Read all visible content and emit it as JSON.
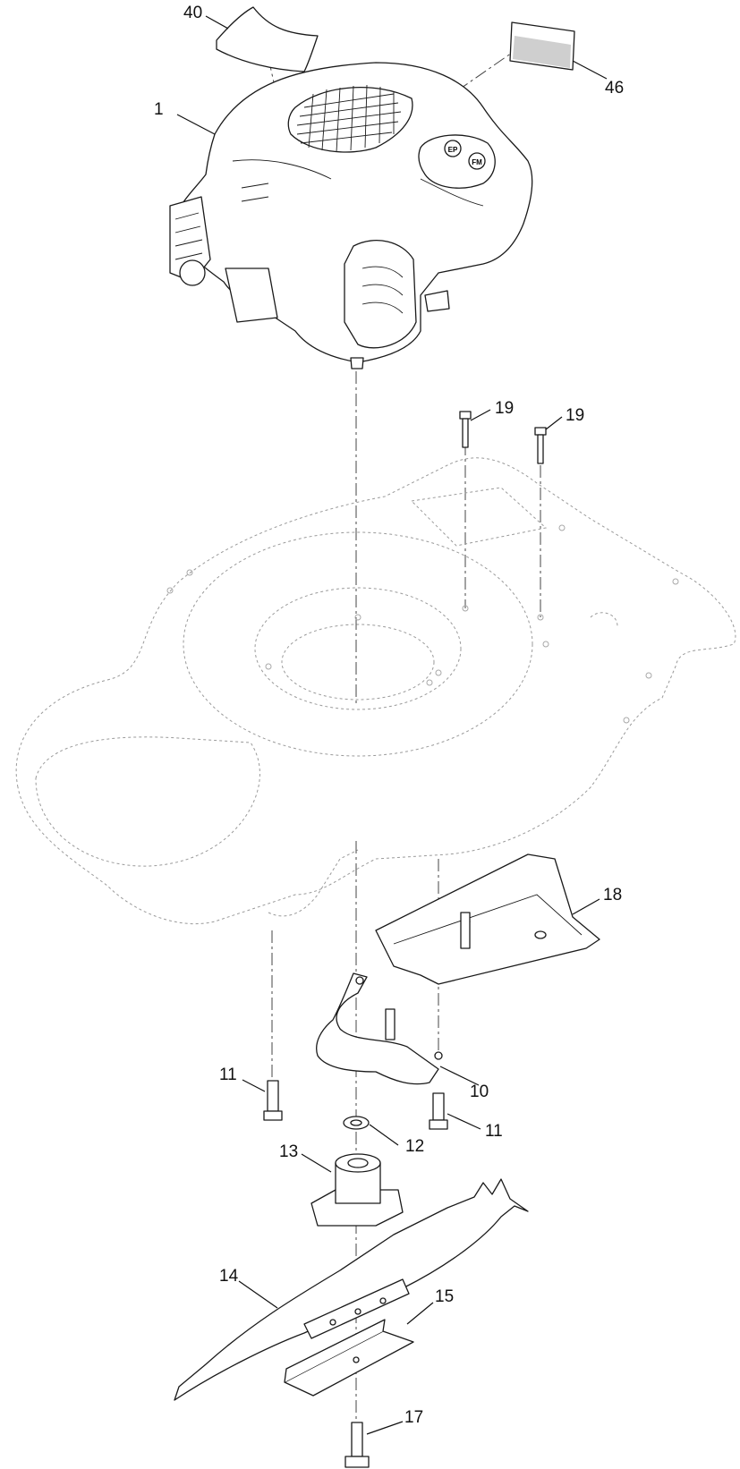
{
  "callouts": [
    {
      "key": "engine",
      "label": "1"
    },
    {
      "key": "blade-adapter-bracket",
      "label": "10"
    },
    {
      "key": "bolt-left",
      "label": "11"
    },
    {
      "key": "bolt-right",
      "label": "11"
    },
    {
      "key": "washer",
      "label": "12"
    },
    {
      "key": "blade-adapter",
      "label": "13"
    },
    {
      "key": "blade",
      "label": "14"
    },
    {
      "key": "blade-plate",
      "label": "15"
    },
    {
      "key": "blade-bolt",
      "label": "17"
    },
    {
      "key": "baffle",
      "label": "18"
    },
    {
      "key": "deck-bolt-left",
      "label": "19"
    },
    {
      "key": "deck-bolt-right",
      "label": "19"
    },
    {
      "key": "air-deflector",
      "label": "40"
    },
    {
      "key": "decal",
      "label": "46"
    }
  ],
  "engine_cap_labels": {
    "left": "EP",
    "right": "FM"
  },
  "colors": {
    "line": "#1a1a1a",
    "ghost": "#9a9a9a",
    "background": "#ffffff"
  }
}
